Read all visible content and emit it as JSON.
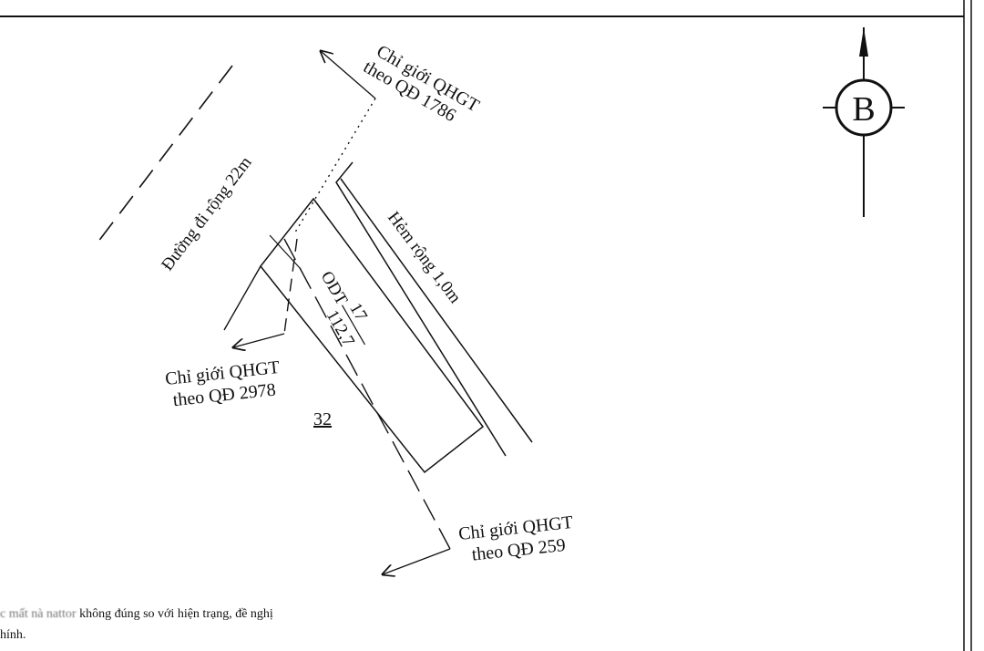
{
  "labels": {
    "boundary_1786_line1": "Chỉ giới QHGT",
    "boundary_1786_line2": "theo QĐ 1786",
    "road_22m": "Đường đi rộng 22m",
    "alley": "Hẻm rộng 1,0m",
    "parcel_code": "ODT",
    "parcel_number": "17",
    "parcel_area": "112,7",
    "boundary_2978_line1": "Chỉ giới QHGT",
    "boundary_2978_line2": "theo QĐ 2978",
    "neighbor_parcel": "32",
    "boundary_259_line1": "Chỉ giới QHGT",
    "boundary_259_line2": "theo QĐ 259"
  },
  "compass": {
    "letter": "B"
  },
  "note": {
    "line1_obscured": "c mất nà nattor",
    "line1_text": "không đúng so với hiện trạng, đề nghị",
    "line2_text": "hính."
  },
  "colors": {
    "ink": "#111111",
    "background": "#ffffff"
  }
}
